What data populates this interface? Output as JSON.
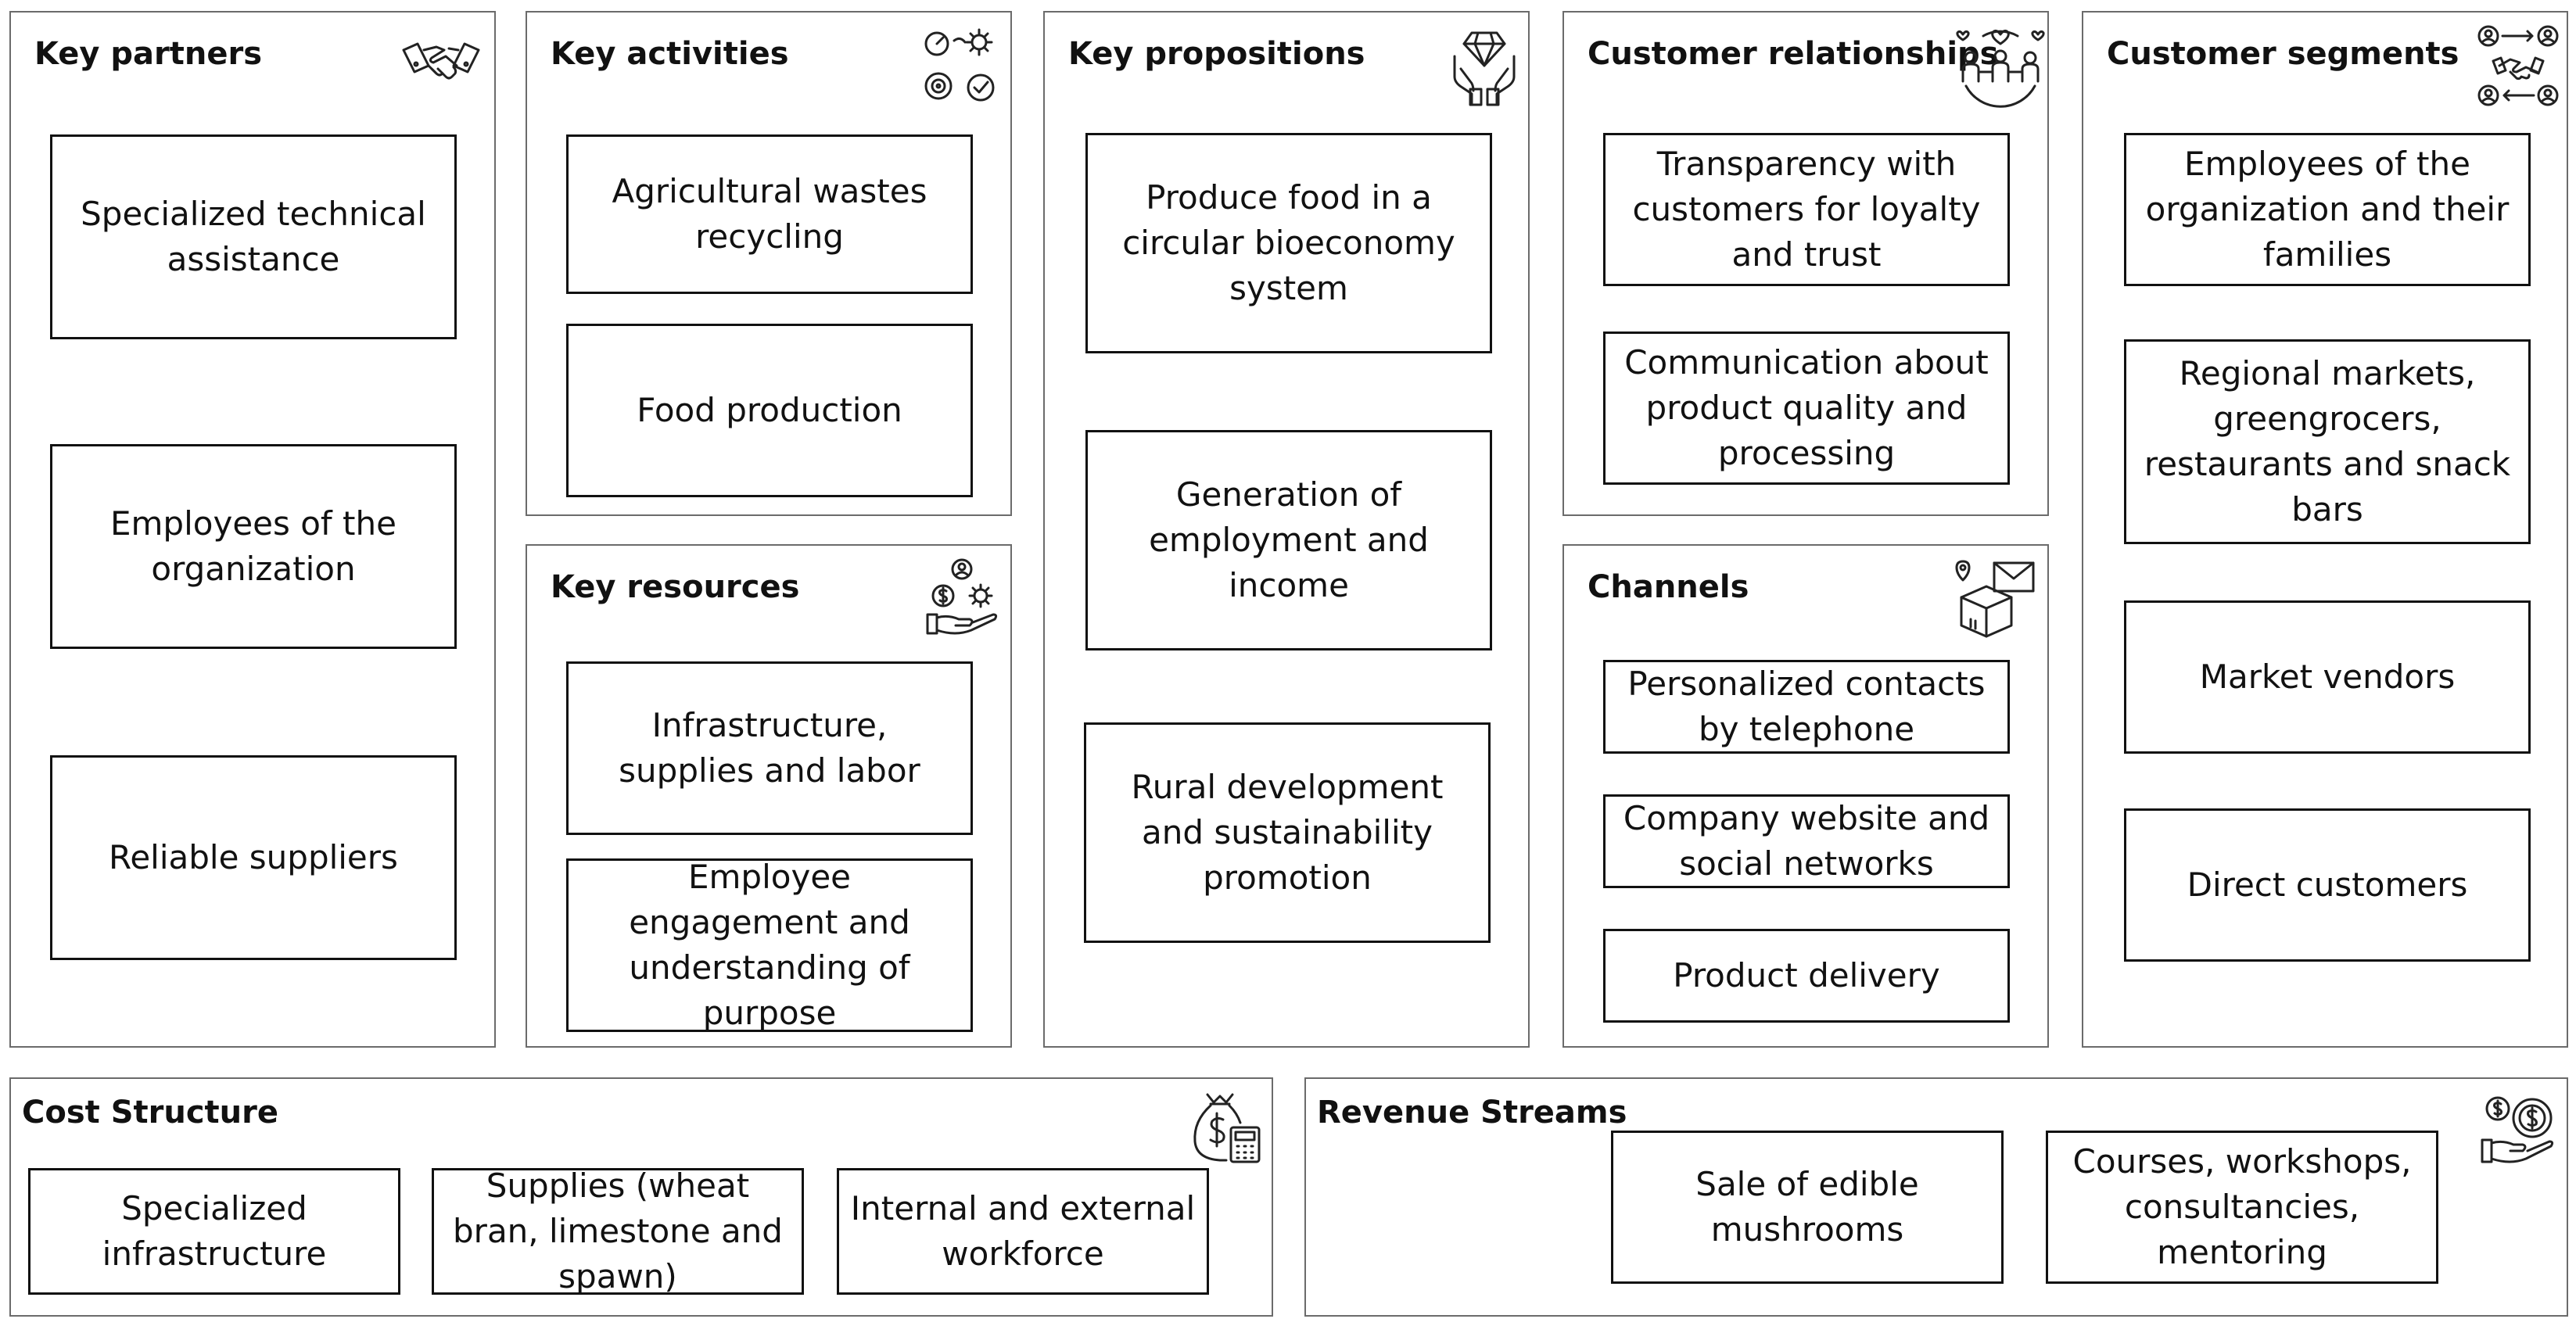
{
  "canvas": {
    "key_partners": {
      "title": "Key partners",
      "icon": "handshake-icon",
      "items": [
        "Specialized technical assistance",
        "Employees of the organization",
        "Reliable suppliers"
      ]
    },
    "key_activities": {
      "title": "Key activities",
      "icon": "gears-target-check-icon",
      "items": [
        "Agricultural wastes recycling",
        "Food production"
      ]
    },
    "key_resources": {
      "title": "Key resources",
      "icon": "hand-resources-icon",
      "items": [
        "Infrastructure, supplies and labor",
        "Employee engagement and understanding of purpose"
      ]
    },
    "key_propositions": {
      "title": "Key propositions",
      "icon": "diamond-hands-icon",
      "items": [
        "Produce food in a circular bioeconomy system",
        "Generation of employment and income",
        "Rural development and sustainability promotion"
      ]
    },
    "customer_relationships": {
      "title": "Customer relationships",
      "icon": "people-hearts-icon",
      "items": [
        "Transparency with customers for loyalty and trust",
        "Communication about product quality and processing"
      ]
    },
    "channels": {
      "title": "Channels",
      "icon": "box-envelope-icon",
      "items": [
        "Personalized contacts by telephone",
        "Company website and social networks",
        "Product delivery"
      ]
    },
    "customer_segments": {
      "title": "Customer segments",
      "icon": "people-network-icon",
      "items": [
        "Employees of the organization and their families",
        "Regional markets, greengrocers, restaurants and snack bars",
        "Market vendors",
        "Direct customers"
      ]
    },
    "cost_structure": {
      "title": "Cost Structure",
      "icon": "money-bag-calculator-icon",
      "items": [
        "Specialized infrastructure",
        "Supplies (wheat bran, limestone and spawn)",
        "Internal and external workforce"
      ]
    },
    "revenue_streams": {
      "title": "Revenue Streams",
      "icon": "hand-coins-icon",
      "items": [
        "Sale of edible mushrooms",
        "Courses, workshops, consultancies, mentoring"
      ]
    }
  }
}
